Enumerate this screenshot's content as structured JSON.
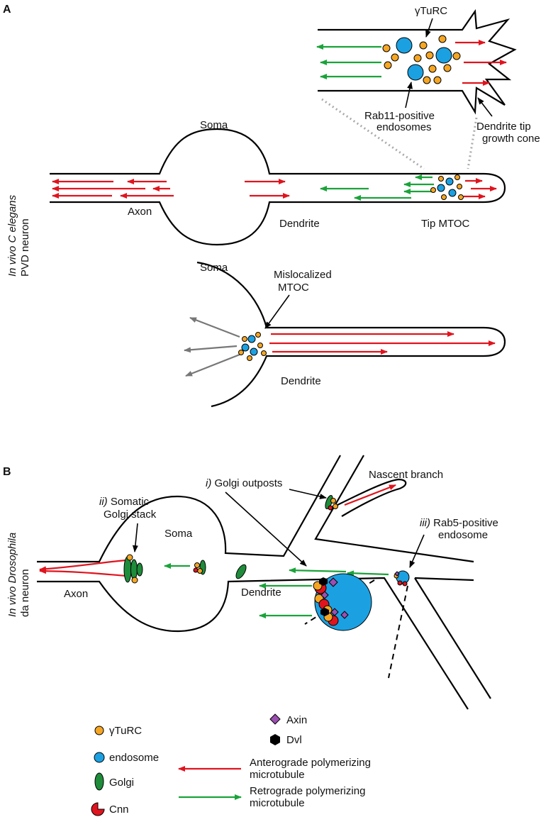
{
  "panel_a": {
    "letter": "A",
    "side_label_line1": "In vivo C elegans",
    "side_label_line2": "PVD neuron",
    "labels": {
      "gamma_turc": "γTuRC",
      "rab11_line1": "Rab11-positive",
      "rab11_line2": "endosomes",
      "tip_line1": "Dendrite tip",
      "tip_line2": "growth cone",
      "soma": "Soma",
      "axon": "Axon",
      "dendrite": "Dendrite",
      "tip_mtoc": "Tip MTOC",
      "soma2": "Soma",
      "misloc_line1": "Mislocalized",
      "misloc_line2": "MTOC",
      "dendrite2": "Dendrite"
    }
  },
  "panel_b": {
    "letter": "B",
    "side_label_line1": "In vivo Drosophila",
    "side_label_line2": "da neuron",
    "labels": {
      "somatic_num": "ii)",
      "somatic_line1": " Somatic",
      "somatic_line2": "Golgi stack",
      "golgi_num": "i)",
      "golgi_outposts": " Golgi outposts",
      "nascent": "Nascent branch",
      "rab5_num": "iii)",
      "rab5_line1": " Rab5-positive",
      "rab5_line2": "endosome",
      "soma": "Soma",
      "axon": "Axon",
      "dendrite": "Dendrite"
    }
  },
  "legend": {
    "gamma_turc": "γTuRC",
    "endosome": "endosome",
    "golgi": "Golgi",
    "cnn": "Cnn",
    "axin": "Axin",
    "dvl": "Dvl",
    "antero_line1": "Anterograde polymerizing",
    "antero_line2": "microtubule",
    "retro_line1": "Retrograde polymerizing",
    "retro_line2": "microtubule"
  },
  "colors": {
    "anterograde": "#e0141e",
    "retrograde": "#1aa33a",
    "gamma_turc": "#f5a623",
    "endosome": "#1ba1e2",
    "golgi": "#1e8c3a",
    "cnn": "#e0141e",
    "axin": "#9b4fb0",
    "dvl": "#000000"
  }
}
